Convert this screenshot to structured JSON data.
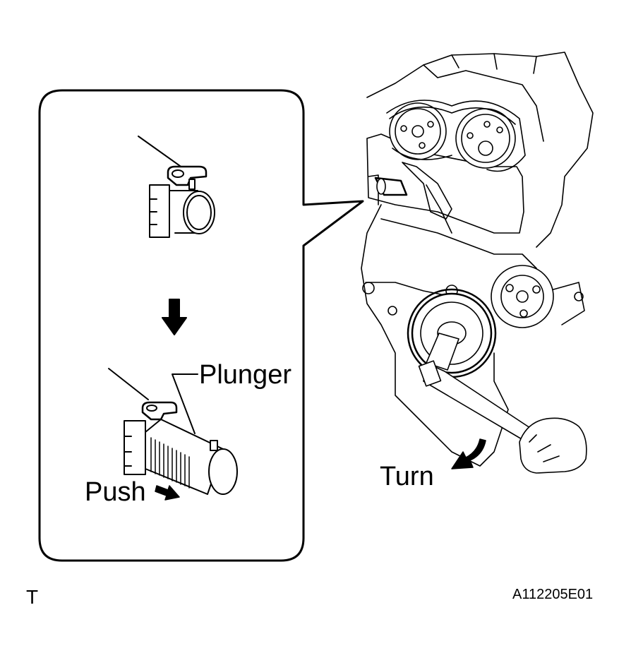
{
  "labels": {
    "plunger": "Plunger",
    "push": "Push",
    "turn": "Turn",
    "corner_mark": "T",
    "figure_code": "A112205E01"
  },
  "colors": {
    "ink": "#000000",
    "paper": "#ffffff"
  },
  "icons": {
    "down_arrow": "down-arrow-icon",
    "push_arrow": "push-arrow-icon",
    "turn_arrow": "curved-turn-arrow-icon"
  }
}
